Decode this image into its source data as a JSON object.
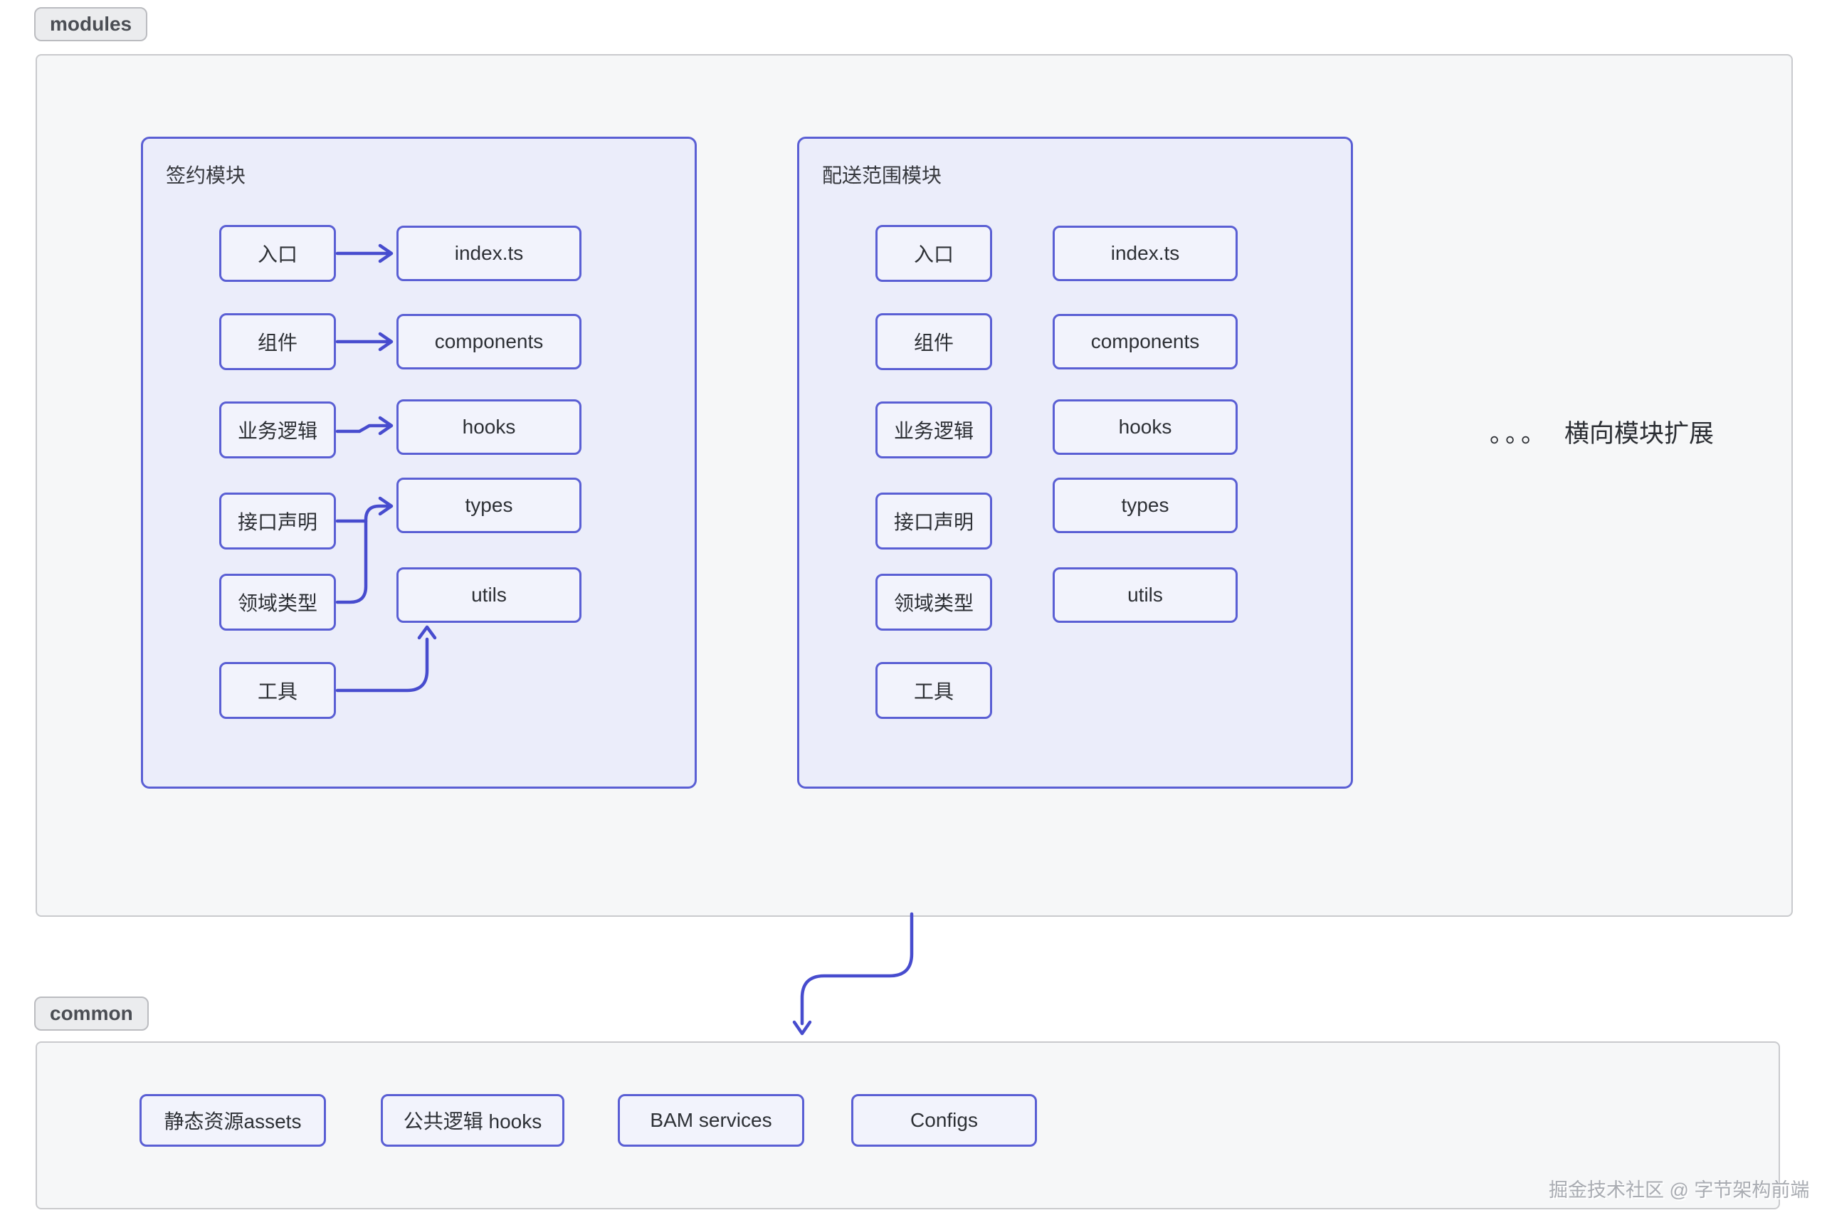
{
  "page": {
    "watermark": "掘金技术社区 @ 字节架构前端"
  },
  "sections": {
    "modules": {
      "badge": "modules",
      "expansion_note": {
        "dots": "。。。",
        "label": "横向模块扩展"
      },
      "module1": {
        "title": "签约模块",
        "left_nodes": [
          "入口",
          "组件",
          "业务逻辑",
          "接口声明",
          "领域类型",
          "工具"
        ],
        "right_nodes": [
          "index.ts",
          "components",
          "hooks",
          "types",
          "utils"
        ],
        "connections": [
          {
            "from": "入口",
            "to": "index.ts"
          },
          {
            "from": "组件",
            "to": "components"
          },
          {
            "from": "业务逻辑",
            "to": "hooks"
          },
          {
            "from": "接口声明",
            "to": "types"
          },
          {
            "from": "领域类型",
            "to": "types"
          },
          {
            "from": "工具",
            "to": "utils"
          }
        ]
      },
      "module2": {
        "title": "配送范围模块",
        "left_nodes": [
          "入口",
          "组件",
          "业务逻辑",
          "接口声明",
          "领域类型",
          "工具"
        ],
        "right_nodes": [
          "index.ts",
          "components",
          "hooks",
          "types",
          "utils"
        ],
        "connections": []
      }
    },
    "common": {
      "badge": "common",
      "nodes": [
        "静态资源assets",
        "公共逻辑 hooks",
        "BAM services",
        "Configs"
      ]
    },
    "flow": [
      {
        "from": "modules",
        "to": "common"
      }
    ]
  },
  "colors": {
    "node_border": "#5A5FD4",
    "arrow": "#474CCE",
    "module_bg": "#EBEDFA",
    "node_bg": "#F2F3FC",
    "container_bg": "#F6F7F8",
    "container_border": "#C9CACD",
    "badge_bg": "#EBECEE",
    "badge_border": "#BBBCC0",
    "badge_text": "#4B4E54",
    "node_text": "#2D3035",
    "watermark_text": "#A9ACB2"
  }
}
